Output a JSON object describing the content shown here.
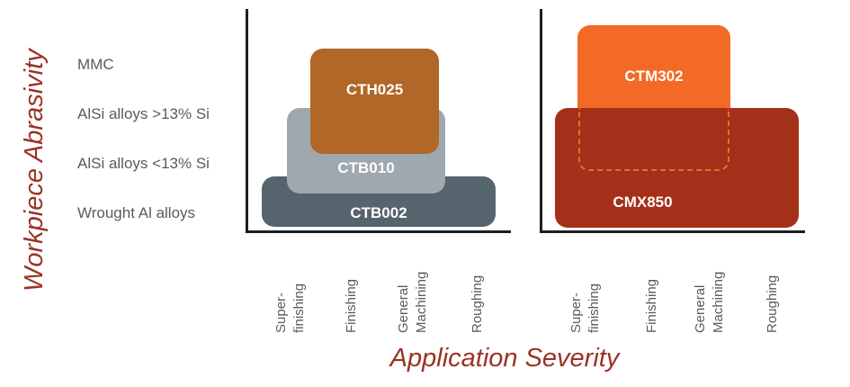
{
  "y_axis_title": "Workpiece Abrasivity",
  "x_axis_title": "Application Severity",
  "rows": [
    "MMC",
    "AlSi alloys  >13% Si",
    "AlSi alloys  <13% Si",
    "Wrought Al alloys"
  ],
  "left_panel": {
    "blocks": [
      {
        "label": "CTB002",
        "color": "#56646e"
      },
      {
        "label": "CTB010",
        "color": "#9ea8ae"
      },
      {
        "label": "CTH025",
        "color": "#b06728"
      }
    ],
    "ticks": [
      [
        "Super-",
        "finishing"
      ],
      [
        "Finishing"
      ],
      [
        "General",
        "Machining"
      ],
      [
        "Roughing"
      ]
    ]
  },
  "right_panel": {
    "blocks": [
      {
        "label": "CMX850",
        "color": "#a53019"
      },
      {
        "label": "CTM302",
        "color": "#f26a25"
      }
    ],
    "ticks": [
      [
        "Super-",
        "finishing"
      ],
      [
        "Finishing"
      ],
      [
        "General",
        "Machining"
      ],
      [
        "Roughing"
      ]
    ]
  }
}
